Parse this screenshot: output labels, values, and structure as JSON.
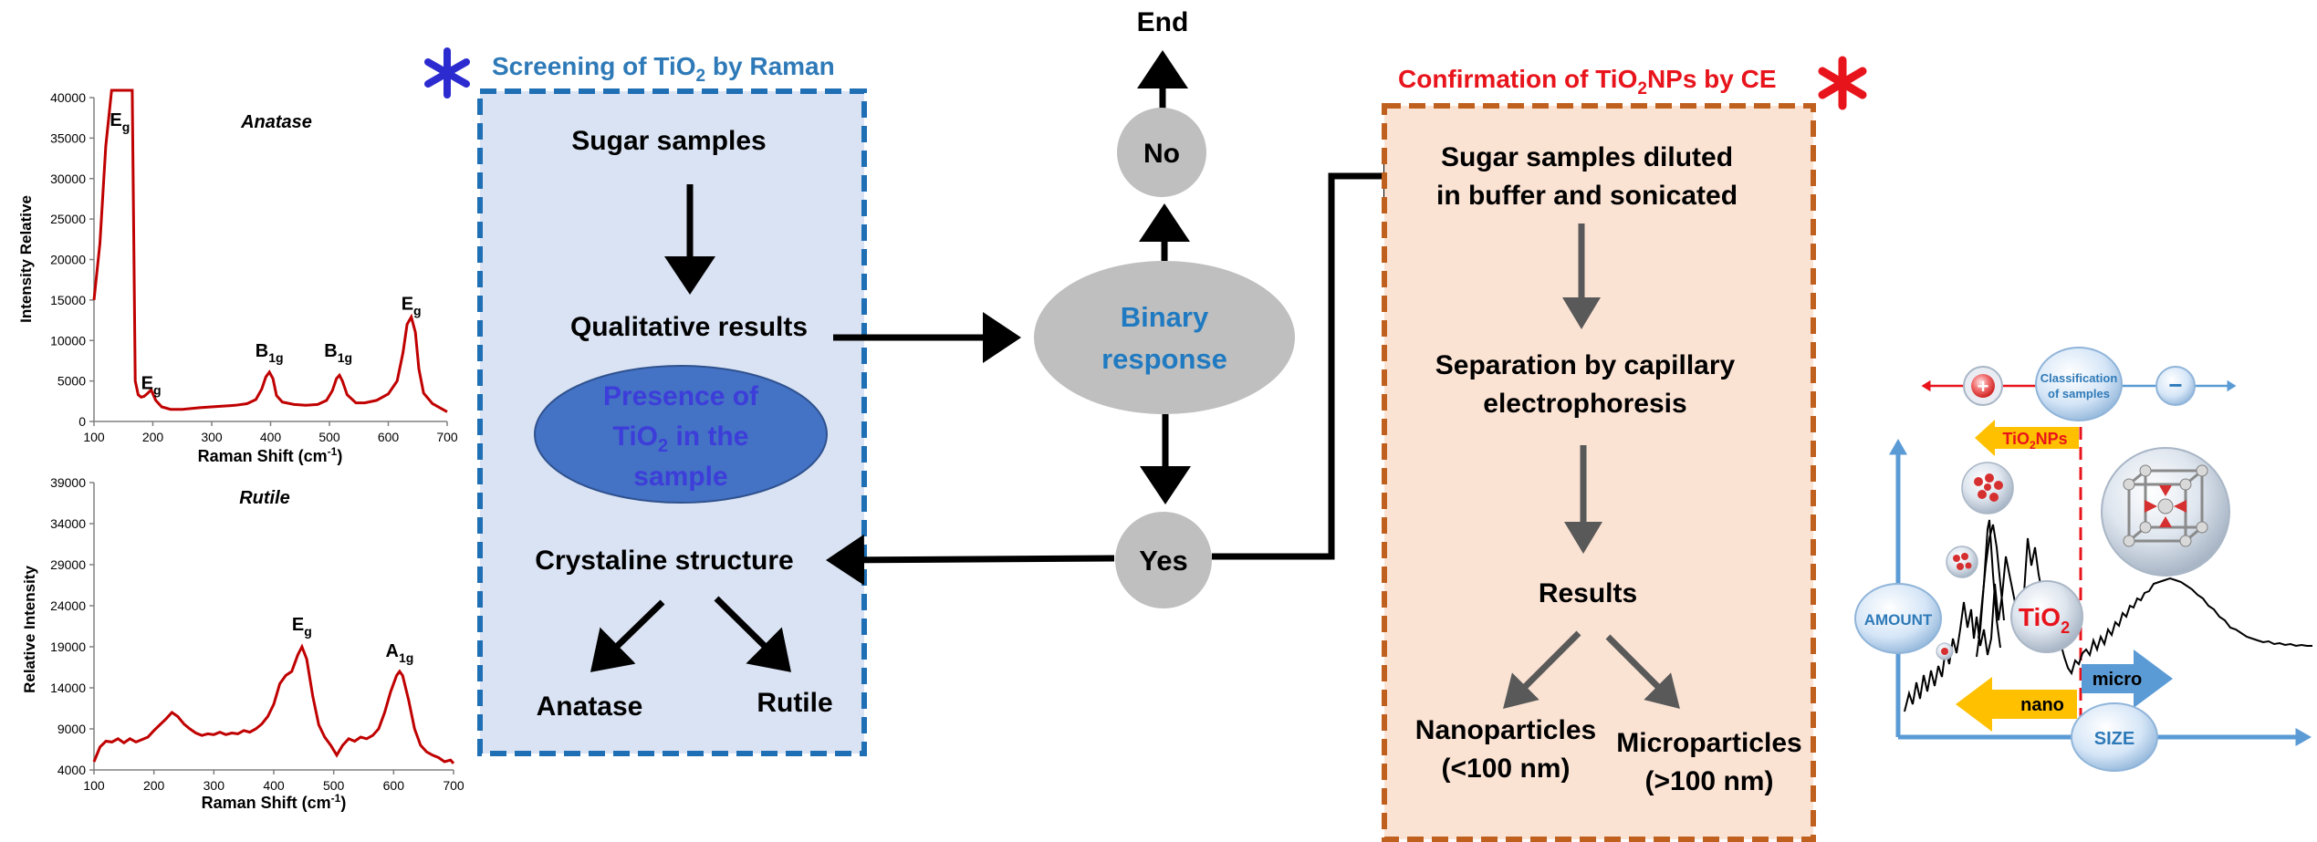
{
  "colors": {
    "raman_accent": "#2e7ab8",
    "ce_accent": "#e8141c",
    "raman_box_fill": "#dae3f3",
    "raman_box_border": "#1f6fb5",
    "ce_box_fill": "#fbe3d4",
    "ce_box_border": "#c0601f",
    "spectrum_line": "#c00000",
    "grey_node": "#bfbfbf",
    "presence_fill": "#4472c4",
    "presence_text": "#3d3dd9",
    "arrow_blue": "#5b9bd5",
    "arrow_yellow": "#ffc000"
  },
  "raman": {
    "title_prefix": "Screening of TiO",
    "title_sub": "2",
    "title_suffix": " by Raman",
    "sugar_samples": "Sugar samples",
    "qualitative_results": "Qualitative results",
    "presence_line1": "Presence of",
    "presence_line2_prefix": "TiO",
    "presence_line2_sub": "2",
    "presence_line2_suffix": " in the",
    "presence_line3": "sample",
    "crystaline_structure": "Crystaline structure",
    "anatase": "Anatase",
    "rutile": "Rutile"
  },
  "decision": {
    "end": "End",
    "no": "No",
    "binary_line1": "Binary",
    "binary_line2": "response",
    "yes": "Yes"
  },
  "ce": {
    "title_prefix": "Confirmation of TiO",
    "title_sub": "2",
    "title_suffix": "NPs by CE",
    "step1_line1": "Sugar samples diluted",
    "step1_line2": "in buffer and sonicated",
    "step2_line1": "Separation by capillary",
    "step2_line2": "electrophoresis",
    "results": "Results",
    "nano_line1": "Nanoparticles",
    "nano_line2": "(<100 nm)",
    "micro_line1": "Microparticles",
    "micro_line2": "(>100 nm)"
  },
  "classification": {
    "plus": "+",
    "minus": "−",
    "label_line1": "Classification",
    "label_line2": "of samples",
    "tio2nps_prefix": "TiO",
    "tio2nps_sub": "2",
    "tio2nps_suffix": "NPs",
    "amount": "AMOUNT",
    "tio2_prefix": "TiO",
    "tio2_sub": "2",
    "nano": "nano",
    "micro": "micro",
    "size": "SIZE"
  },
  "chart_data": [
    {
      "type": "line",
      "title": "Anatase",
      "xlabel_prefix": "Raman Shift (cm",
      "xlabel_sup": "-1",
      "xlabel_suffix": ")",
      "ylabel": "Intensity Relative",
      "xlim": [
        100,
        700
      ],
      "ylim": [
        0,
        40000
      ],
      "xticks": [
        "100",
        "200",
        "300",
        "400",
        "500",
        "600",
        "700"
      ],
      "yticks": [
        "0",
        "5000",
        "10000",
        "15000",
        "20000",
        "25000",
        "30000",
        "35000",
        "40000"
      ],
      "peaks": [
        {
          "label": "E",
          "sub": "g",
          "x": 144,
          "y": 36500
        },
        {
          "label": "E",
          "sub": "g",
          "x": 197,
          "y": 4000
        },
        {
          "label": "B",
          "sub": "1g",
          "x": 398,
          "y": 8000
        },
        {
          "label": "B",
          "sub": "1g",
          "x": 515,
          "y": 8000
        },
        {
          "label": "E",
          "sub": "g",
          "x": 639,
          "y": 13800
        }
      ],
      "series": [
        {
          "x": [
            100,
            110,
            120,
            130,
            135,
            140,
            144,
            150,
            158,
            165,
            170,
            175,
            180,
            185,
            190,
            197,
            205,
            215,
            230,
            250,
            280,
            300,
            320,
            340,
            360,
            375,
            385,
            392,
            398,
            404,
            410,
            420,
            440,
            460,
            480,
            495,
            505,
            512,
            517,
            522,
            530,
            545,
            560,
            580,
            600,
            615,
            625,
            632,
            639,
            646,
            652,
            660,
            675,
            690,
            700
          ],
          "y": [
            15000,
            22000,
            34000,
            48000,
            60000,
            72000,
            80000,
            72000,
            60000,
            52000,
            5000,
            3300,
            3000,
            3100,
            3400,
            3900,
            2600,
            1800,
            1500,
            1500,
            1700,
            1800,
            1900,
            2000,
            2200,
            2700,
            4000,
            5500,
            6100,
            5300,
            3200,
            2400,
            2100,
            2000,
            2100,
            2600,
            3800,
            5300,
            5700,
            5000,
            3300,
            2300,
            2300,
            2600,
            3400,
            5000,
            8500,
            12000,
            12900,
            11000,
            6500,
            3500,
            2200,
            1600,
            1200
          ]
        }
      ]
    },
    {
      "type": "line",
      "title": "Rutile",
      "xlabel_prefix": "Raman Shift (cm",
      "xlabel_sup": "-1",
      "xlabel_suffix": ")",
      "ylabel": "Relative Intensity",
      "xlim": [
        100,
        700
      ],
      "ylim": [
        4000,
        39000
      ],
      "xticks": [
        "100",
        "200",
        "300",
        "400",
        "500",
        "600",
        "700"
      ],
      "yticks": [
        "4000",
        "9000",
        "14000",
        "19000",
        "24000",
        "29000",
        "34000",
        "39000"
      ],
      "peaks": [
        {
          "label": "E",
          "sub": "g",
          "x": 447,
          "y": 21000
        },
        {
          "label": "A",
          "sub": "1g",
          "x": 610,
          "y": 17800
        }
      ],
      "series": [
        {
          "x": [
            100,
            110,
            120,
            130,
            140,
            150,
            160,
            170,
            180,
            190,
            200,
            210,
            220,
            230,
            240,
            250,
            260,
            270,
            280,
            290,
            300,
            310,
            320,
            330,
            340,
            350,
            360,
            370,
            380,
            390,
            400,
            410,
            420,
            430,
            440,
            447,
            455,
            465,
            475,
            485,
            495,
            505,
            515,
            525,
            535,
            545,
            555,
            565,
            575,
            585,
            595,
            605,
            610,
            615,
            625,
            635,
            645,
            655,
            665,
            675,
            685,
            695,
            700
          ],
          "y": [
            5000,
            6800,
            7500,
            7400,
            7800,
            7300,
            7800,
            7400,
            7700,
            8000,
            8800,
            9500,
            10200,
            11000,
            10500,
            9600,
            9000,
            8500,
            8200,
            8400,
            8300,
            8600,
            8300,
            8500,
            8400,
            8800,
            8600,
            9000,
            9600,
            10500,
            12000,
            14500,
            15500,
            16000,
            18000,
            19000,
            17500,
            13000,
            9500,
            8000,
            7000,
            5800,
            7000,
            7800,
            7500,
            8000,
            7800,
            8200,
            9000,
            11000,
            13500,
            15500,
            16000,
            15500,
            12500,
            9000,
            7000,
            6200,
            5800,
            5500,
            5000,
            5200,
            4800
          ]
        }
      ]
    }
  ]
}
